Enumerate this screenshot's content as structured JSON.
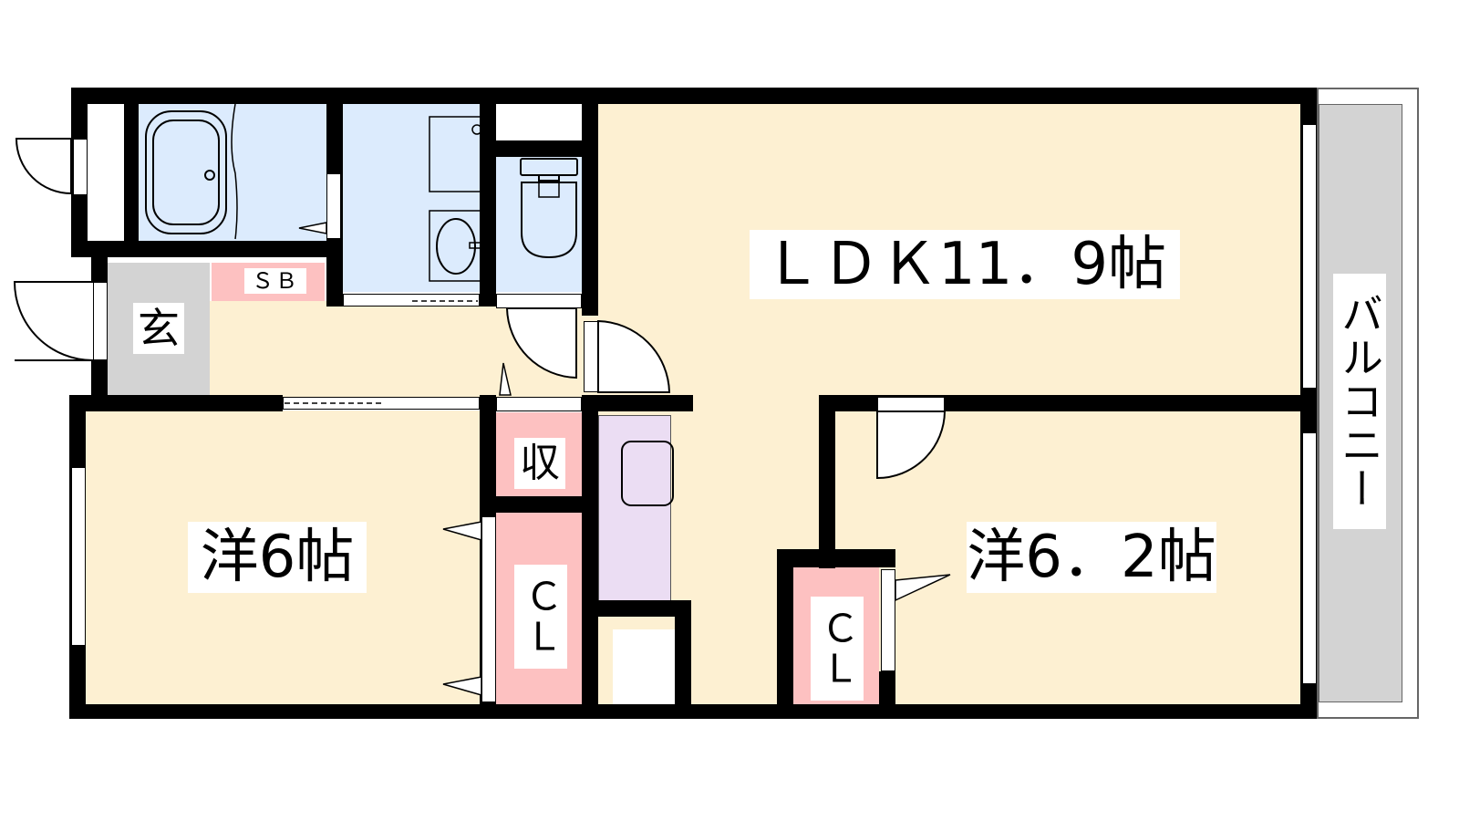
{
  "floorplan": {
    "rooms": {
      "ldk": {
        "label": "ＬＤＫ11．9帖",
        "type": "LDK",
        "size_jo": 11.9
      },
      "western_1": {
        "label": "洋6帖",
        "type": "Western room",
        "size_jo": 6
      },
      "western_2": {
        "label": "洋6．2帖",
        "type": "Western room",
        "size_jo": 6.2
      },
      "entrance": {
        "label": "玄"
      },
      "shoe_box": {
        "label": "ＳＢ"
      },
      "storage": {
        "label": "収"
      },
      "closet_1": {
        "label": "ＣＬ"
      },
      "closet_2": {
        "label": "ＣＬ"
      },
      "balcony": {
        "label": "バルコニー"
      }
    },
    "colors": {
      "living": "#fdf0d2",
      "wet_area": "#dcebfd",
      "storage": "#fdc1c1",
      "entrance": "#d3d3d3",
      "kitchen": "#ebddf3",
      "wall": "#000000"
    }
  }
}
